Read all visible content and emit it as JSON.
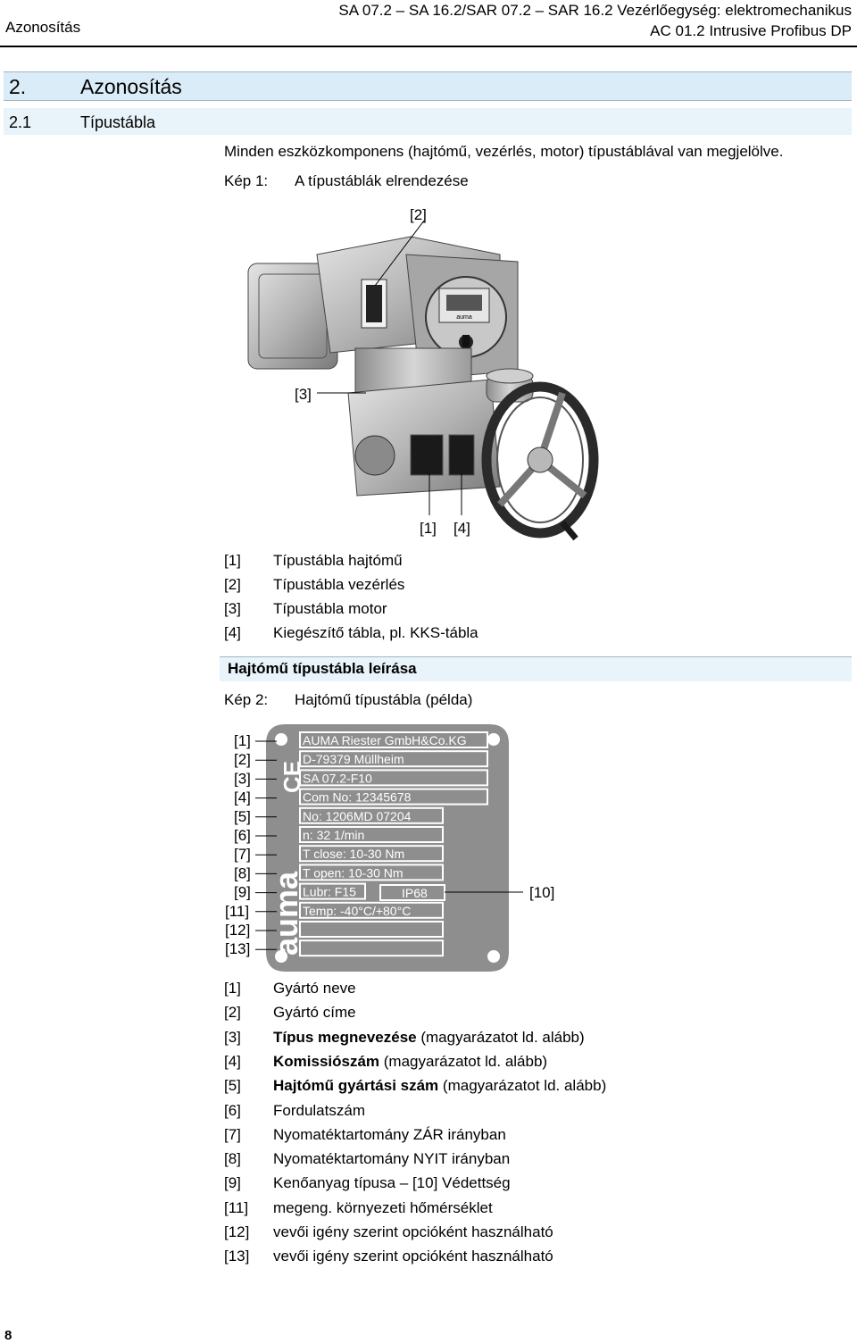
{
  "header": {
    "section": "Azonosítás",
    "title_line1": "SA 07.2 – SA 16.2/SAR 07.2 – SAR 16.2 Vezérlőegység: elektromechanikus",
    "title_line2": "AC 01.2 Intrusive Profibus DP"
  },
  "chapter": {
    "number": "2.",
    "title": "Azonosítás"
  },
  "subchapter": {
    "number": "2.1",
    "title": "Típustábla"
  },
  "intro": "Minden eszközkomponens (hajtómű, vezérlés, motor) típustáblával van megjelölve.",
  "figure1": {
    "label": "Kép 1:",
    "caption": "A típustáblák elrendezése",
    "callouts": [
      "[2]",
      "[3]",
      "[1]",
      "[4]"
    ],
    "legend": [
      {
        "num": "[1]",
        "text": "Típustábla hajtómű"
      },
      {
        "num": "[2]",
        "text": "Típustábla vezérlés"
      },
      {
        "num": "[3]",
        "text": "Típustábla motor"
      },
      {
        "num": "[4]",
        "text": "Kiegészítő tábla, pl. KKS-tábla"
      }
    ]
  },
  "section_heading": "Hajtómű típustábla leírása",
  "figure2": {
    "label": "Kép 2:",
    "caption": "Hajtómű típustábla (példa)",
    "brand": "auma",
    "ce": "CE",
    "plate_rows": [
      {
        "num": "[1]",
        "value": "AUMA Riester GmbH&Co.KG"
      },
      {
        "num": "[2]",
        "value": "D-79379 Müllheim"
      },
      {
        "num": "[3]",
        "value": "SA 07.2-F10"
      },
      {
        "num": "[4]",
        "value": "Com No: 12345678"
      },
      {
        "num": "[5]",
        "value": "No: 1206MD 07204"
      },
      {
        "num": "[6]",
        "value": "n: 32 1/min"
      },
      {
        "num": "[7]",
        "value": "T close:  10-30 Nm"
      },
      {
        "num": "[8]",
        "value": "T open: 10-30 Nm"
      },
      {
        "num": "[9]",
        "value": "Lubr: F15"
      },
      {
        "num": "[11]",
        "value": "Temp: -40°C/+80°C"
      },
      {
        "num": "[12]",
        "value": ""
      },
      {
        "num": "[13]",
        "value": ""
      }
    ],
    "ip_value": "IP68",
    "ip_callout": "[10]",
    "legend": [
      {
        "num": "[1]",
        "text": "Gyártó neve",
        "bold": "",
        "rest": ""
      },
      {
        "num": "[2]",
        "text": "Gyártó címe",
        "bold": "",
        "rest": ""
      },
      {
        "num": "[3]",
        "text": "",
        "bold": "Típus megnevezése",
        "rest": " (magyarázatot ld. alább)"
      },
      {
        "num": "[4]",
        "text": "",
        "bold": "Komissiószám",
        "rest": " (magyarázatot ld. alább)"
      },
      {
        "num": "[5]",
        "text": "",
        "bold": "Hajtómű gyártási szám",
        "rest": " (magyarázatot ld. alább)"
      },
      {
        "num": "[6]",
        "text": "Fordulatszám",
        "bold": "",
        "rest": ""
      },
      {
        "num": "[7]",
        "text": "Nyomatéktartomány ZÁR irányban",
        "bold": "",
        "rest": ""
      },
      {
        "num": "[8]",
        "text": "Nyomatéktartomány NYIT irányban",
        "bold": "",
        "rest": ""
      },
      {
        "num": "[9]",
        "text": "Kenőanyag típusa – [10] Védettség",
        "bold": "",
        "rest": ""
      },
      {
        "num": "[11]",
        "text": "megeng. környezeti hőmérséklet",
        "bold": "",
        "rest": ""
      },
      {
        "num": "[12]",
        "text": "vevői igény szerint opcióként használható",
        "bold": "",
        "rest": ""
      },
      {
        "num": "[13]",
        "text": "vevői igény szerint opcióként használható",
        "bold": "",
        "rest": ""
      }
    ]
  },
  "page_number": "8"
}
